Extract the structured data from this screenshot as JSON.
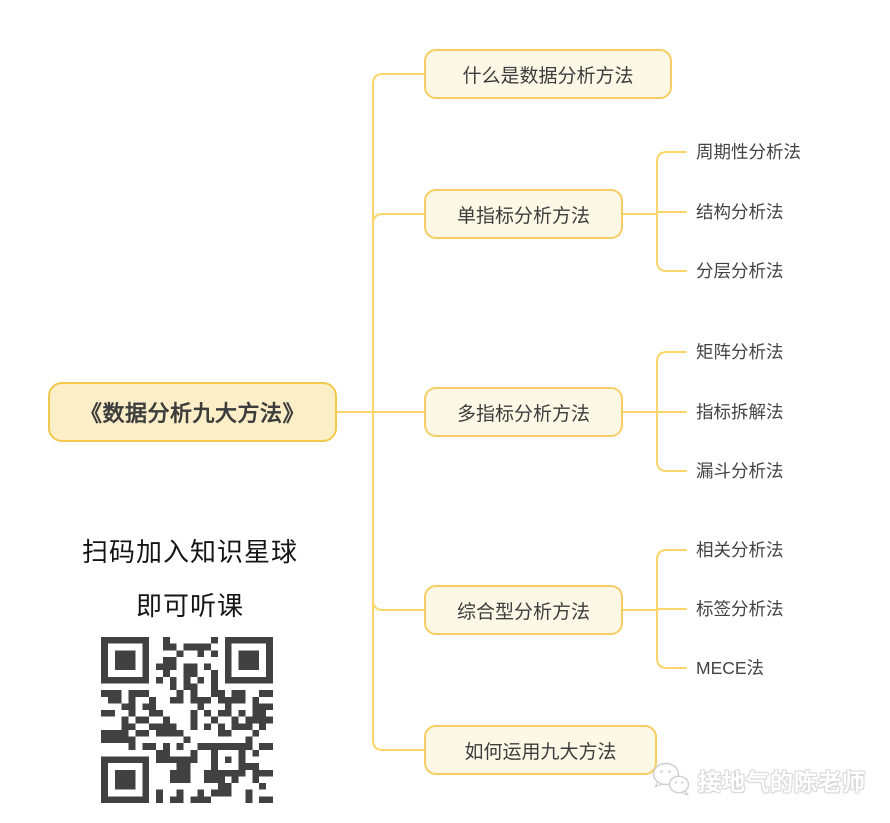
{
  "colors": {
    "node_border": "#f5cd62",
    "root_fill": "#fceec6",
    "branch_fill": "#fdf7e6",
    "connector": "#fbd46a",
    "node_text": "#3d3d3d",
    "qr_color": "#414141",
    "watermark_text": "#ffffff",
    "watermark_outline": "#d9d9d9"
  },
  "mindmap": {
    "root": {
      "label": "《数据分析九大方法》"
    },
    "branches": [
      {
        "label": "什么是数据分析方法",
        "children": []
      },
      {
        "label": "单指标分析方法",
        "children": [
          "周期性分析法",
          "结构分析法",
          "分层分析法"
        ]
      },
      {
        "label": "多指标分析方法",
        "children": [
          "矩阵分析法",
          "指标拆解法",
          "漏斗分析法"
        ]
      },
      {
        "label": "综合型分析方法",
        "children": [
          "相关分析法",
          "标签分析法",
          "MECE法"
        ]
      },
      {
        "label": "如何运用九大方法",
        "children": []
      }
    ]
  },
  "promo": {
    "line1": "扫码加入知识星球",
    "line2": "即可听课"
  },
  "watermark": {
    "label": "接地气的陈老师",
    "icon": "wechat-icon"
  }
}
